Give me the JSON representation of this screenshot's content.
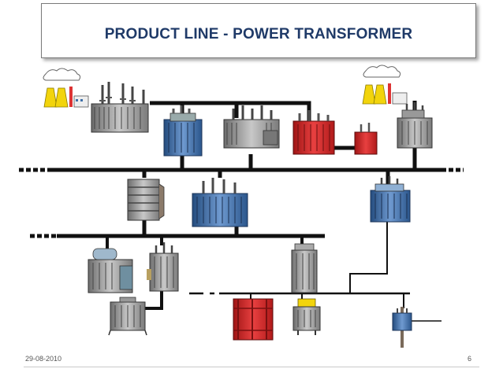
{
  "slide": {
    "title": "PRODUCT LINE - POWER TRANSFORMER",
    "date": "29-08-2010",
    "page_number": "6"
  },
  "colors": {
    "title": "#1f3a68",
    "line": "#111111",
    "transformer_grey": "#8f8f8f",
    "transformer_blue": "#3d6fa8",
    "transformer_red": "#d02222",
    "accent_yellow": "#f2d40c"
  },
  "icons": [
    "power-plant-left-icon",
    "power-plant-right-icon",
    "generator-step-up-transformer-icon",
    "transformer-icon",
    "red-transformer-icon",
    "blue-transformer-icon",
    "dry-type-transformer-icon",
    "distribution-transformer-icon",
    "pole-mounted-transformer-icon"
  ]
}
